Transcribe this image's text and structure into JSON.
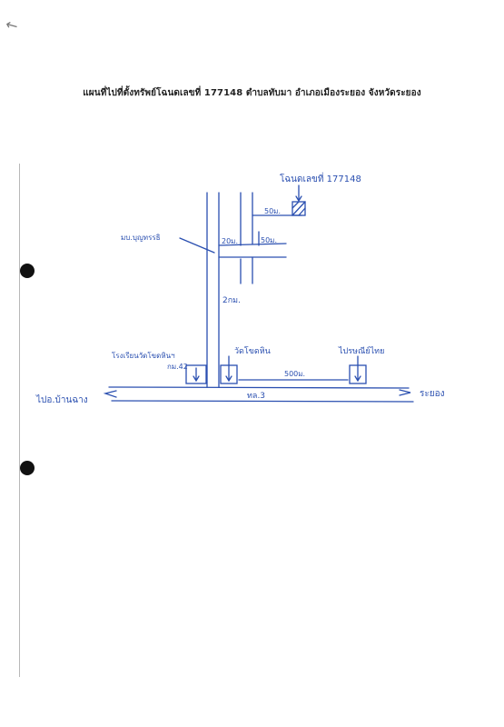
{
  "page": {
    "title": "แผนที่ไปที่ตั้งทรัพย์โฉนดเลขที่ 177148 ตำบลทับมา อำเภอเมืองระยอง จังหวัดระยอง"
  },
  "map": {
    "ink_color": "#2a4fb0",
    "labels": {
      "deed": "โฉนดเลขที่ 177148",
      "dist_50_top": "50ม.",
      "dist_50_right": "50ม.",
      "dist_20": "20ม.",
      "alley": "มบ.บุญทรรธิ",
      "dist_2km": "2กม.",
      "landmark_left_1": "โรงเรียนวัดโขดหินฯ",
      "landmark_left_2": "กม.42",
      "landmark_mid": "วัดโขดหิน",
      "landmark_right": "ไปรษณีย์ไทย",
      "dist_500": "500ม.",
      "highway": "ทล.3",
      "to_left": "ไปอ.บ้านฉาง",
      "to_right": "ระยอง"
    }
  }
}
